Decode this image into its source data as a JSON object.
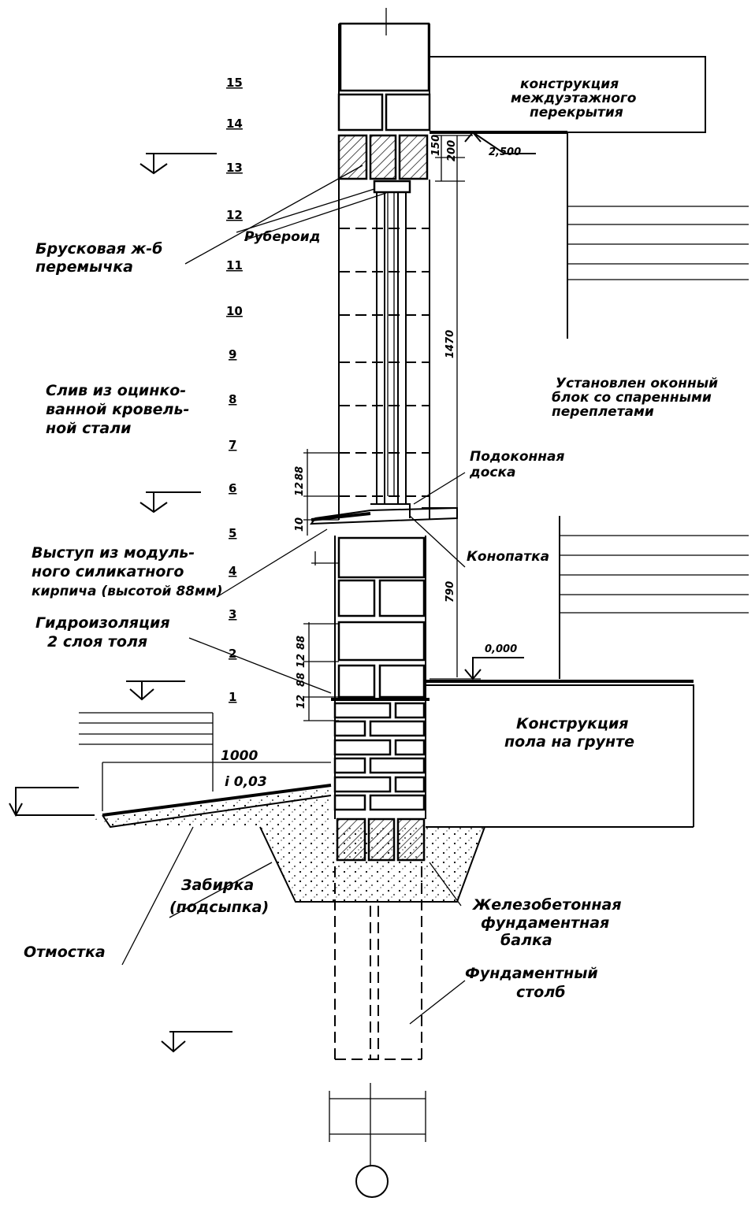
{
  "labels": {
    "floor_slab": [
      "конструкция",
      "междуэтажного",
      "перекрытия"
    ],
    "mark_top": "2,500",
    "lintel": [
      "Брусковая ж-б",
      "перемычка"
    ],
    "ruberoid": "Рубероид",
    "drip": [
      "Слив из оцинко-",
      "ванной кровель-",
      "ной стали"
    ],
    "window_block": [
      "Установлен оконный",
      "блок со спаренными",
      "переплетами"
    ],
    "sill_board": [
      "Подоконная",
      "доска"
    ],
    "caulk": "Конопатка",
    "ledge": [
      "Выступ из модуль-",
      "ного силикатного",
      "кирпича (высотой 88мм)"
    ],
    "waterproofing": [
      "Гидроизоляция",
      "2 слоя толя"
    ],
    "mark_zero": "0,000",
    "floor_on_ground": [
      "Конструкция",
      "пола на грунте"
    ],
    "width_1000": "1000",
    "slope": "i 0,03",
    "backfill": [
      "Забирка",
      "(подсыпка)"
    ],
    "blind_area": "Отмостка",
    "footing_beam": [
      "Железобетонная",
      "фундаментная",
      "балка"
    ],
    "footing_column": [
      "Фундаментный",
      "столб"
    ]
  },
  "dimensions": {
    "d150": "150",
    "d200": "200",
    "d1470": "1470",
    "d790": "790",
    "d88a": "88",
    "d88b": "88",
    "d88c": "88",
    "d12a": "12",
    "d12b": "12",
    "d12c": "12",
    "d10": "10"
  },
  "course_numbers": [
    "15",
    "14",
    "13",
    "12",
    "11",
    "10",
    "9",
    "8",
    "7",
    "6",
    "5",
    "4",
    "3",
    "2",
    "1"
  ]
}
